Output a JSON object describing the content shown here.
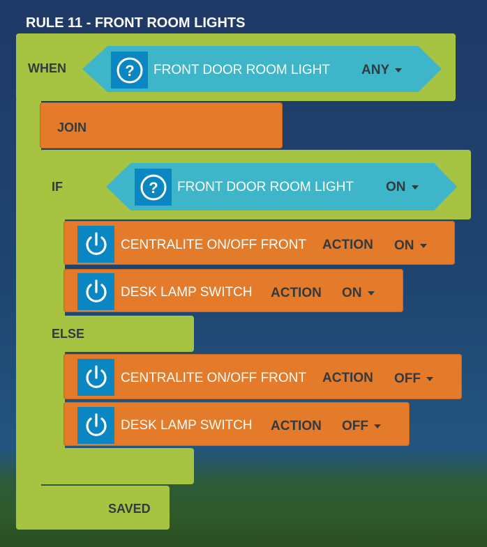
{
  "title": "RULE 11 - FRONT ROOM LIGHTS",
  "when": {
    "label": "WHEN",
    "device": "FRONT DOOR ROOM LIGHT",
    "value": "ANY",
    "icon": "question-icon"
  },
  "join": {
    "label": "JOIN"
  },
  "if": {
    "label": "IF",
    "device": "FRONT DOOR ROOM LIGHT",
    "value": "ON",
    "icon": "question-icon"
  },
  "then_actions": [
    {
      "device": "CENTRALITE ON/OFF FRONT",
      "action": "ACTION",
      "value": "ON",
      "icon": "power-icon"
    },
    {
      "device": "DESK LAMP SWITCH",
      "action": "ACTION",
      "value": "ON",
      "icon": "power-icon"
    }
  ],
  "else": {
    "label": "ELSE"
  },
  "else_actions": [
    {
      "device": "CENTRALITE ON/OFF FRONT",
      "action": "ACTION",
      "value": "OFF",
      "icon": "power-icon"
    },
    {
      "device": "DESK LAMP SWITCH",
      "action": "ACTION",
      "value": "OFF",
      "icon": "power-icon"
    }
  ],
  "status": "SAVED",
  "colors": {
    "rule": "#a6c441",
    "action": "#e47b2a",
    "condition": "#3fb5c9",
    "icon": "#0a86c3"
  }
}
